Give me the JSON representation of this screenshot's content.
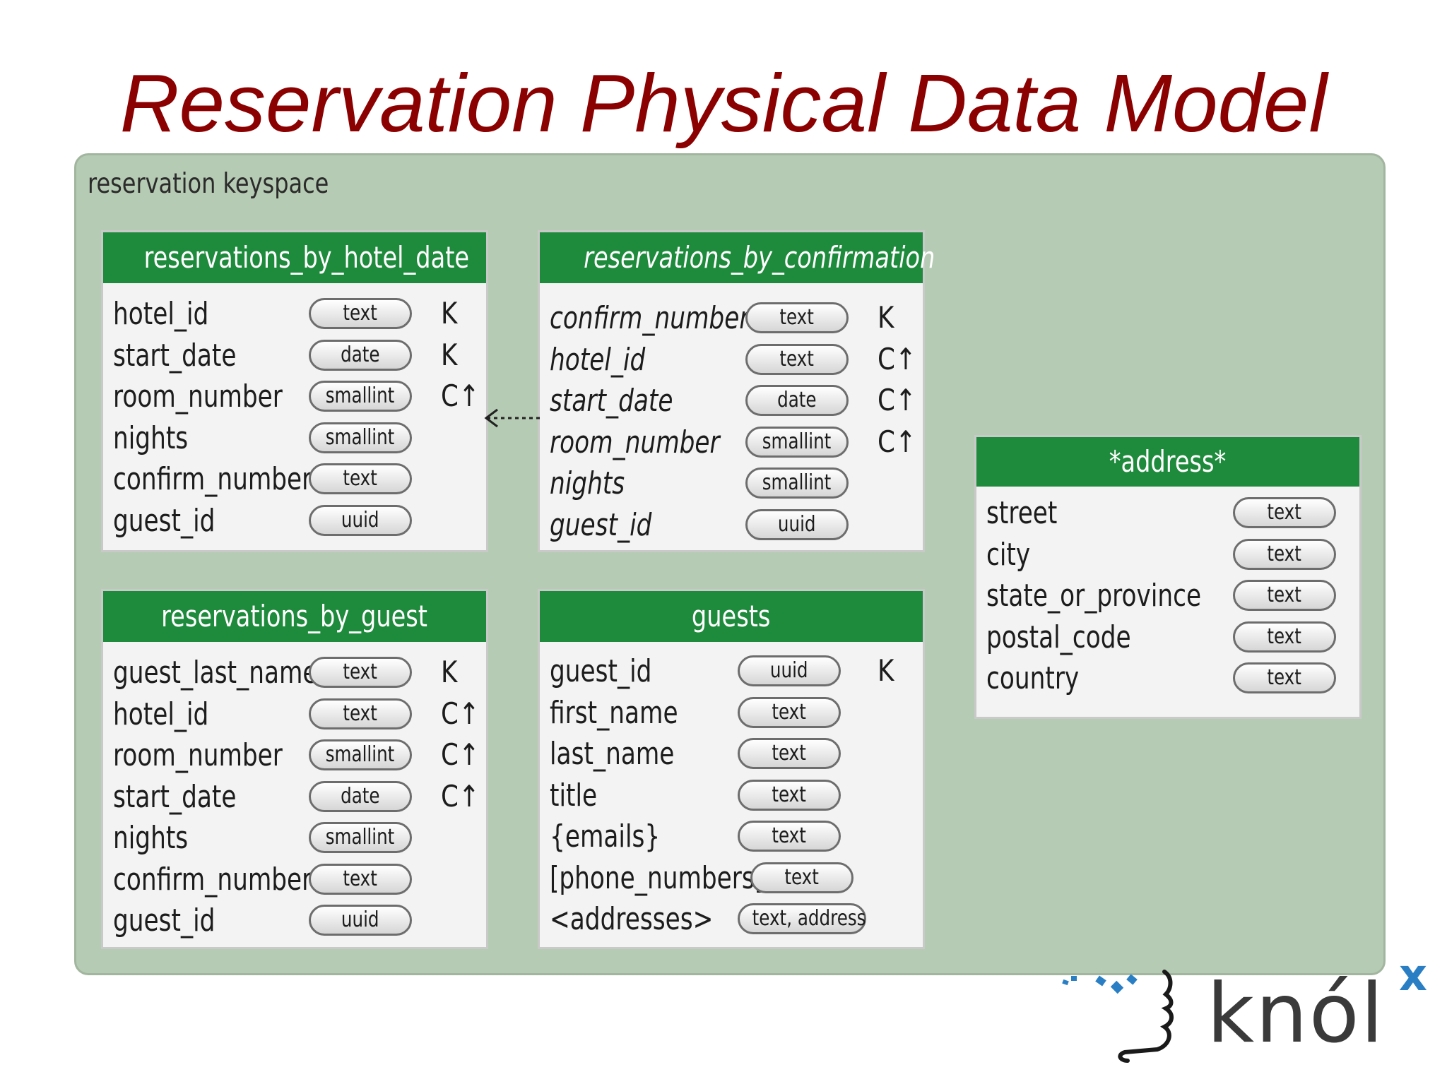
{
  "title": "Reservation Physical Data Model",
  "keyspace_label": "reservation keyspace",
  "tables": {
    "by_hotel_date": {
      "name": "reservations_by_hotel_date",
      "rows": [
        {
          "name": "hotel_id",
          "type": "text",
          "key": "K"
        },
        {
          "name": "start_date",
          "type": "date",
          "key": "K"
        },
        {
          "name": "room_number",
          "type": "smallint",
          "key": "C↑"
        },
        {
          "name": "nights",
          "type": "smallint",
          "key": ""
        },
        {
          "name": "confirm_number",
          "type": "text",
          "key": ""
        },
        {
          "name": "guest_id",
          "type": "uuid",
          "key": ""
        }
      ]
    },
    "by_confirmation": {
      "name": "reservations_by_confirmation",
      "rows": [
        {
          "name": "confirm_number",
          "type": "text",
          "key": "K"
        },
        {
          "name": "hotel_id",
          "type": "text",
          "key": "C↑"
        },
        {
          "name": "start_date",
          "type": "date",
          "key": "C↑"
        },
        {
          "name": "room_number",
          "type": "smallint",
          "key": "C↑"
        },
        {
          "name": "nights",
          "type": "smallint",
          "key": ""
        },
        {
          "name": "guest_id",
          "type": "uuid",
          "key": ""
        }
      ]
    },
    "by_guest": {
      "name": "reservations_by_guest",
      "rows": [
        {
          "name": "guest_last_name",
          "type": "text",
          "key": "K"
        },
        {
          "name": "hotel_id",
          "type": "text",
          "key": "C↑"
        },
        {
          "name": "room_number",
          "type": "smallint",
          "key": "C↑"
        },
        {
          "name": "start_date",
          "type": "date",
          "key": "C↑"
        },
        {
          "name": "nights",
          "type": "smallint",
          "key": ""
        },
        {
          "name": "confirm_number",
          "type": "text",
          "key": ""
        },
        {
          "name": "guest_id",
          "type": "uuid",
          "key": ""
        }
      ]
    },
    "guests": {
      "name": "guests",
      "rows": [
        {
          "name": "guest_id",
          "type": "uuid",
          "key": "K"
        },
        {
          "name": "first_name",
          "type": "text",
          "key": ""
        },
        {
          "name": "last_name",
          "type": "text",
          "key": ""
        },
        {
          "name": "title",
          "type": "text",
          "key": ""
        },
        {
          "name": "{emails}",
          "type": "text",
          "key": ""
        },
        {
          "name": "[phone_numbers]",
          "type": "text",
          "key": ""
        },
        {
          "name": "<addresses>",
          "type": "text, address",
          "key": ""
        }
      ]
    },
    "address": {
      "name": "*address*",
      "rows": [
        {
          "name": "street",
          "type": "text",
          "key": ""
        },
        {
          "name": "city",
          "type": "text",
          "key": ""
        },
        {
          "name": "state_or_province",
          "type": "text",
          "key": ""
        },
        {
          "name": "postal_code",
          "type": "text",
          "key": ""
        },
        {
          "name": "country",
          "type": "text",
          "key": ""
        }
      ]
    }
  },
  "logo_text": "knól",
  "logo_superscript": "x",
  "colors": {
    "title": "#8b0000",
    "header_green": "#1e8a3c",
    "keyspace_bg": "#b6cbb3",
    "logo_text": "#3a3a3a",
    "logo_accent": "#2a7fc4"
  }
}
